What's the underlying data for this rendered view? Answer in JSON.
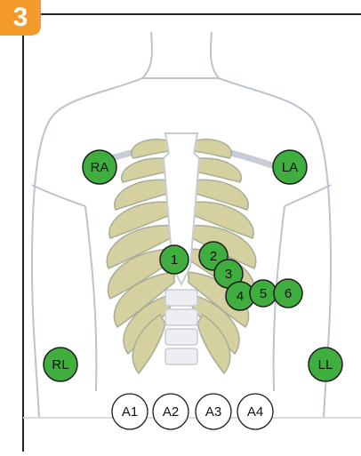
{
  "figure": {
    "step_number": "3",
    "accent_color": "#f39a2b",
    "electrode_color": "#3fae3f",
    "electrode_outline": "#1e1e1e",
    "skin_outline": "#bcc3cf",
    "rib_fill": "#d4d0a0"
  },
  "limb_electrodes": [
    {
      "id": "ra",
      "label": "RA"
    },
    {
      "id": "la",
      "label": "LA"
    },
    {
      "id": "rl",
      "label": "RL"
    },
    {
      "id": "ll",
      "label": "LL"
    }
  ],
  "precordial_electrodes": [
    {
      "id": "v1",
      "label": "1"
    },
    {
      "id": "v2",
      "label": "2"
    },
    {
      "id": "v3",
      "label": "3"
    },
    {
      "id": "v4",
      "label": "4"
    },
    {
      "id": "v5",
      "label": "5"
    },
    {
      "id": "v6",
      "label": "6"
    }
  ],
  "auxiliary_electrodes": [
    {
      "id": "a1",
      "label": "A1"
    },
    {
      "id": "a2",
      "label": "A2"
    },
    {
      "id": "a3",
      "label": "A3"
    },
    {
      "id": "a4",
      "label": "A4"
    }
  ]
}
